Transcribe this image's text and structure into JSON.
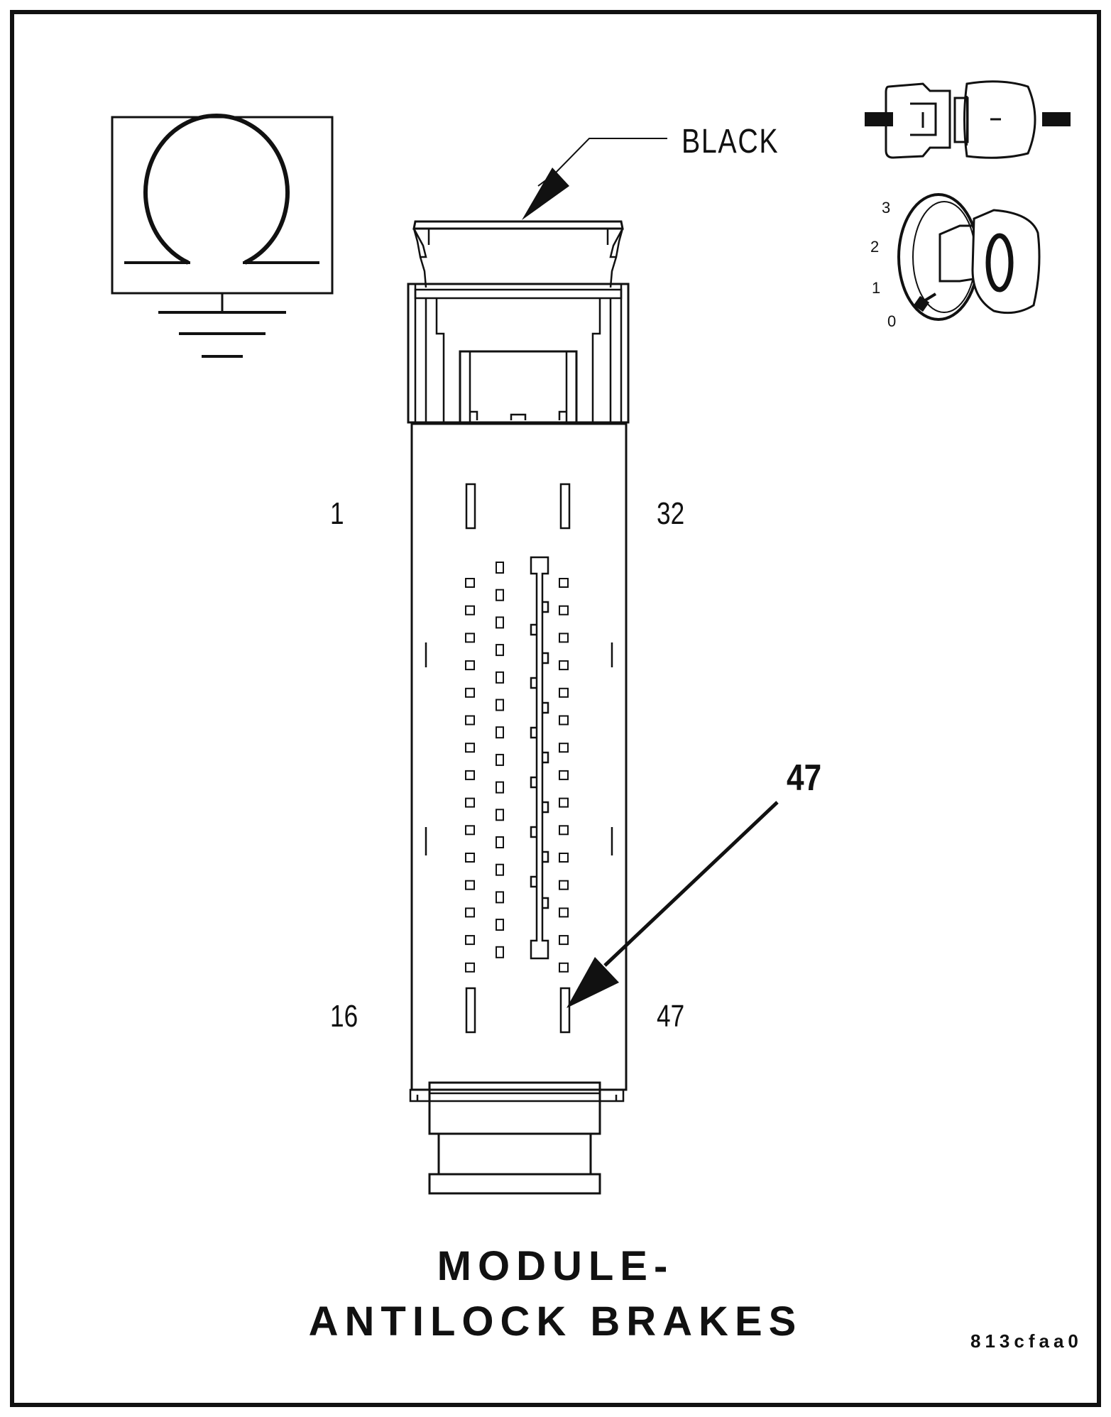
{
  "diagram": {
    "color_label": "BLACK",
    "callout": "47",
    "pin_labels": {
      "top_left": "1",
      "top_right": "32",
      "bottom_left": "16",
      "bottom_right": "47"
    },
    "ignition_positions": [
      "3",
      "2",
      "1",
      "0"
    ],
    "title_line1": "MODULE-",
    "title_line2": "ANTILOCK BRAKES",
    "figure_code": "813cfaa0"
  },
  "colors": {
    "line": "#111111",
    "background": "#ffffff"
  },
  "icons": [
    "ground-ohm-icon",
    "connector-plug-icon",
    "ignition-key-icon",
    "connector-drawing"
  ]
}
